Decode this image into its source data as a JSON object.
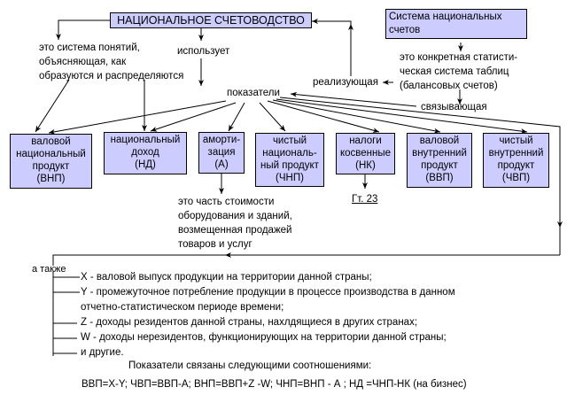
{
  "title_box": "НАЦИОНАЛЬНОЕ СЧЕТОВОДСТВО",
  "sns_box": [
    "Система национальных",
    "счетов"
  ],
  "definition_left": [
    "это система понятий,",
    "объясняющая, как",
    "образуются и распределяются"
  ],
  "uses_label": "использует",
  "indicators_label": "показатели",
  "sns_definition": [
    "это конкретная статисти-",
    "ческая система таблиц",
    "(балансовых счетов)"
  ],
  "implementing_label": "реализующая",
  "linking_label": "связывающая",
  "indicator_boxes": [
    {
      "lines": [
        "валовой",
        "национальный",
        "продукт",
        "(ВНП)"
      ]
    },
    {
      "lines": [
        "национальный",
        "доход",
        "(НД)"
      ]
    },
    {
      "lines": [
        "аморти-",
        "зация",
        "(А)"
      ]
    },
    {
      "lines": [
        "чистый",
        "националь-",
        "ный продукт",
        "(ЧНП)"
      ]
    },
    {
      "lines": [
        "налоги",
        "косвенные",
        "(НК)"
      ]
    },
    {
      "lines": [
        "валовой",
        "внутренний",
        "продукт",
        "(ВВП)"
      ]
    },
    {
      "lines": [
        "чистый",
        "внутренний",
        "продукт",
        "(ЧВП)"
      ]
    }
  ],
  "amortization_note": [
    "это часть стоимости",
    "оборудования и зданий,",
    "возмещенная продажей",
    "товаров  и услуг"
  ],
  "tax_link": "Гт. 23",
  "also_label": "а также",
  "also_items": [
    "X - валовой выпуск продукции на территории данной страны;",
    "Y - промежуточное потребление продукции в  процессе производства в данном",
    "отчетно-статистическом периоде времени;",
    "Z - доходы резидентов  данной страны, нахлдящиеся в других странах;",
    "W - доходы нерезидентов, функционирующих на территории данной страны;",
    "и другие."
  ],
  "relations_heading": "Показатели связаны следующими соотношениями:",
  "relations_formula": "ВВП=X-Y; ЧВП=ВВП-А; ВНП=ВВП+Z -W; ЧНП=ВНП - А ; НД =ЧНП-НК (на бизнес)",
  "colors": {
    "box_fill": "#ccccff",
    "line": "#000000"
  }
}
